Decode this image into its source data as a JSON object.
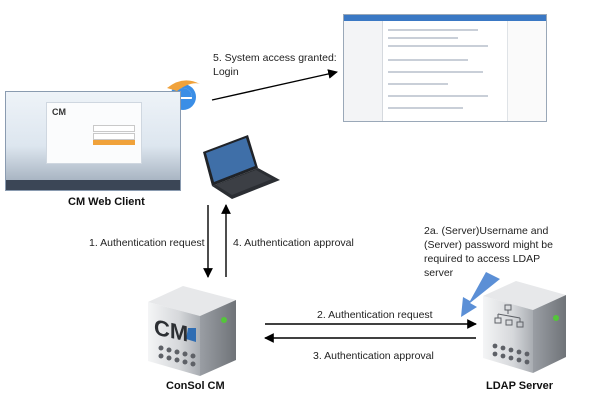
{
  "nodes": {
    "web_client": "CM Web Client",
    "consol": "ConSol CM",
    "ldap": "LDAP Server"
  },
  "steps": {
    "s1": "1. Authentication request",
    "s4": "4. Authentication approval",
    "s2": "2. Authentication request",
    "s3": "3. Authentication approval",
    "s5_line1": "5. System access granted:",
    "s5_line2": "Login",
    "s2a_line1": "2a. (Server)Username and",
    "s2a_line2": "(Server) password might be",
    "s2a_line3": "required to access LDAP",
    "s2a_line4": "server"
  },
  "logos": {
    "cm_mark": "CM",
    "login_logo": "CM"
  },
  "colors": {
    "accent_arrow": "#5b8fd6",
    "server_body": "#d8dadd",
    "server_dark": "#8a8e94",
    "browser_orange": "#f0a23b"
  },
  "icons": [
    "browser-icon",
    "laptop-icon",
    "server-icon"
  ]
}
